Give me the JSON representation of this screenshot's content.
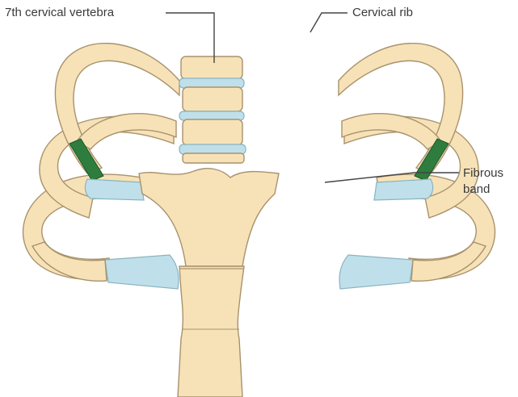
{
  "labels": {
    "vertebra": "7th cervical vertebra",
    "cervical_rib": "Cervical rib",
    "fibrous_line1": "Fibrous",
    "fibrous_line2": "band"
  },
  "colors": {
    "bone": "#f7e2b8",
    "bone_outline": "#a8926c",
    "cartilage": "#bfe0ea",
    "fibrous_band": "#2e7d3e",
    "leader": "#444444"
  }
}
